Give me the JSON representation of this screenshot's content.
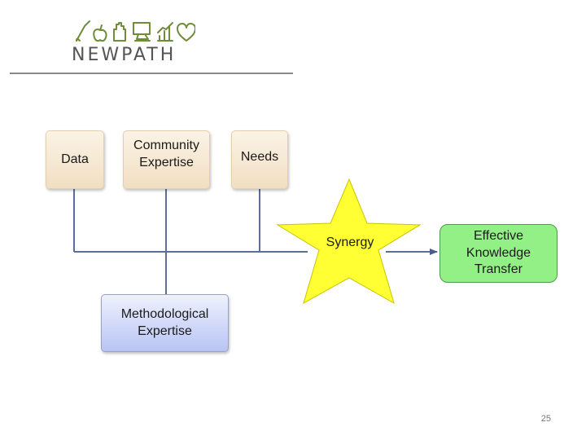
{
  "brand": {
    "name": "NEWPATH",
    "icon_set": [
      "paintbrush-icon",
      "apple-icon",
      "hand-icon",
      "computer-icon",
      "chart-icon",
      "heart-icon"
    ],
    "accent_color": "#555555"
  },
  "diagram": {
    "inputs": [
      {
        "id": "data",
        "label": "Data"
      },
      {
        "id": "community",
        "label": "Community Expertise"
      },
      {
        "id": "needs",
        "label": "Needs"
      },
      {
        "id": "method",
        "label": "Methodological Expertise"
      }
    ],
    "center": {
      "label": "Synergy",
      "color": "#ffff33"
    },
    "output": {
      "label": "Effective Knowledge Transfer",
      "color": "#92f086"
    }
  },
  "footer": {
    "page_number": "25"
  }
}
